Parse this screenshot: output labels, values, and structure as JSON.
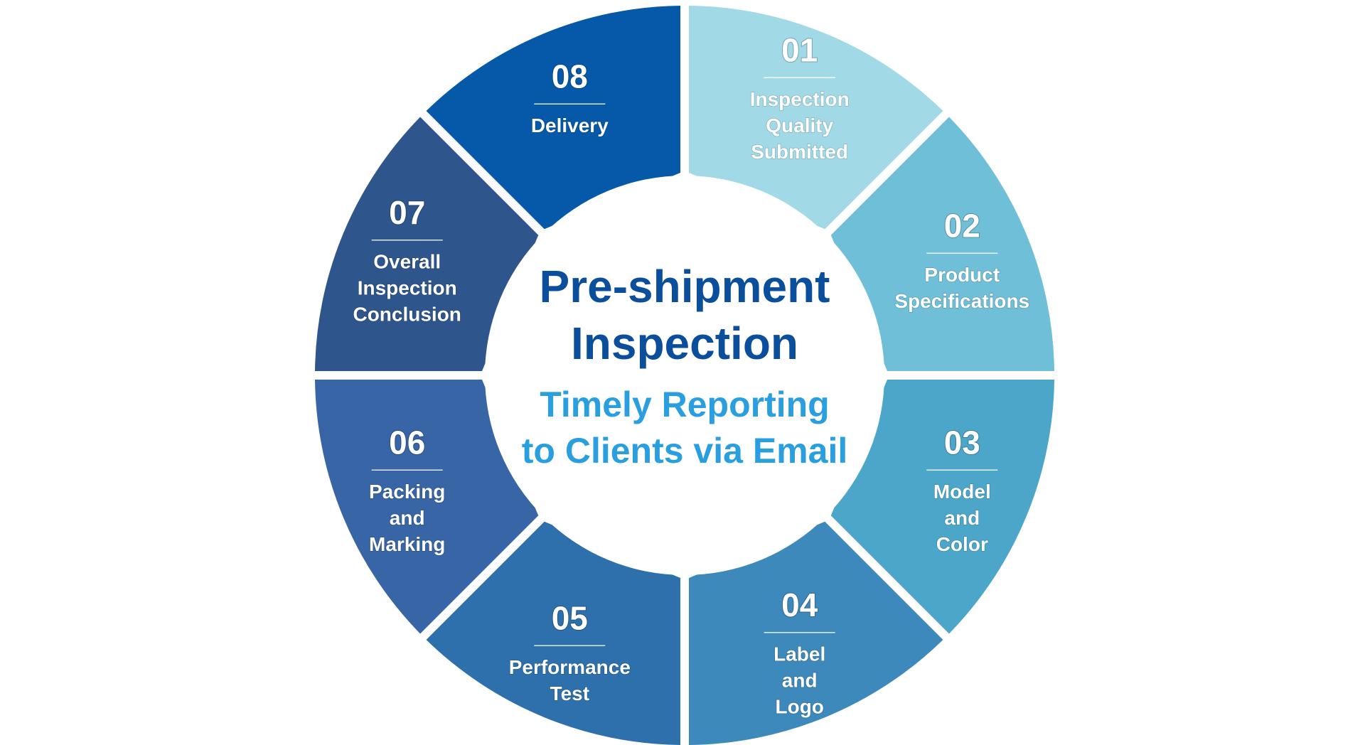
{
  "center": {
    "title_lines": [
      "Pre-shipment",
      "Inspection"
    ],
    "subtitle_lines": [
      "Timely Reporting",
      "to Clients via Email"
    ]
  },
  "steps": [
    {
      "number": "01",
      "label_lines": [
        "Inspection",
        "Quality",
        "Submitted"
      ],
      "color": "#a2d9e6"
    },
    {
      "number": "02",
      "label_lines": [
        "Product",
        "Specifications"
      ],
      "color": "#70bfd8"
    },
    {
      "number": "03",
      "label_lines": [
        "Model",
        "and",
        "Color"
      ],
      "color": "#4ba6ca"
    },
    {
      "number": "04",
      "label_lines": [
        "Label",
        "and",
        "Logo"
      ],
      "color": "#3d89bb"
    },
    {
      "number": "05",
      "label_lines": [
        "Performance",
        "Test"
      ],
      "color": "#2e70ab"
    },
    {
      "number": "06",
      "label_lines": [
        "Packing",
        "and",
        "Marking"
      ],
      "color": "#3765a6"
    },
    {
      "number": "07",
      "label_lines": [
        "Overall",
        "Inspection",
        "Conclusion"
      ],
      "color": "#2e568c"
    },
    {
      "number": "08",
      "label_lines": [
        "Delivery"
      ],
      "color": "#0559a8"
    }
  ]
}
